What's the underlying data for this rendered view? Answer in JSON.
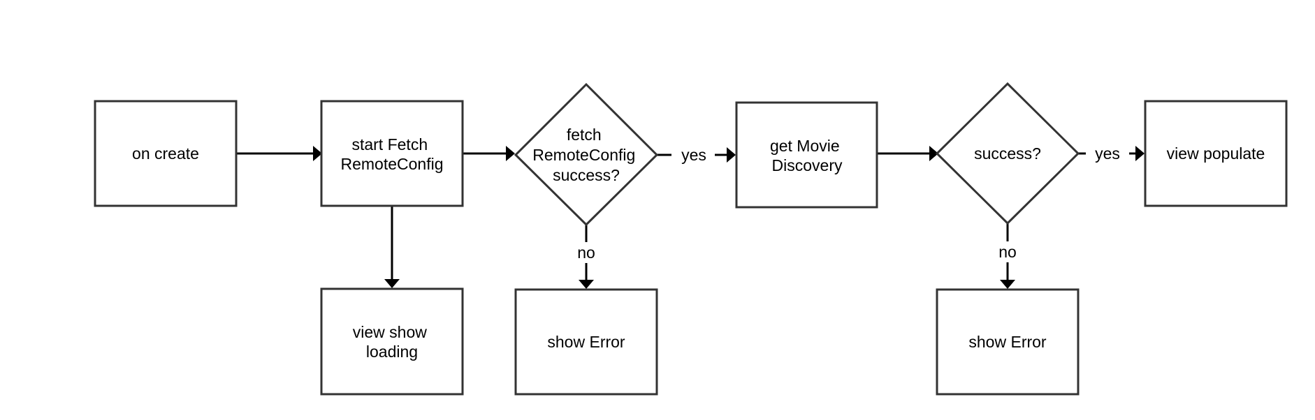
{
  "diagram": {
    "nodes": {
      "on_create": "on create",
      "start_fetch": [
        "start Fetch",
        "RemoteConfig"
      ],
      "fetch_success": [
        "fetch",
        "RemoteConfig",
        "success?"
      ],
      "get_movie": [
        "get Movie",
        "Discovery"
      ],
      "success": "success?",
      "view_populate": "view populate",
      "view_loading": [
        "view show",
        "loading"
      ],
      "show_error_1": "show Error",
      "show_error_2": "show Error"
    },
    "edge_labels": {
      "yes_1": "yes",
      "no_1": "no",
      "yes_2": "yes",
      "no_2": "no"
    }
  },
  "colors": {
    "stroke": "#333333",
    "edge": "#000000",
    "background": "#ffffff"
  }
}
